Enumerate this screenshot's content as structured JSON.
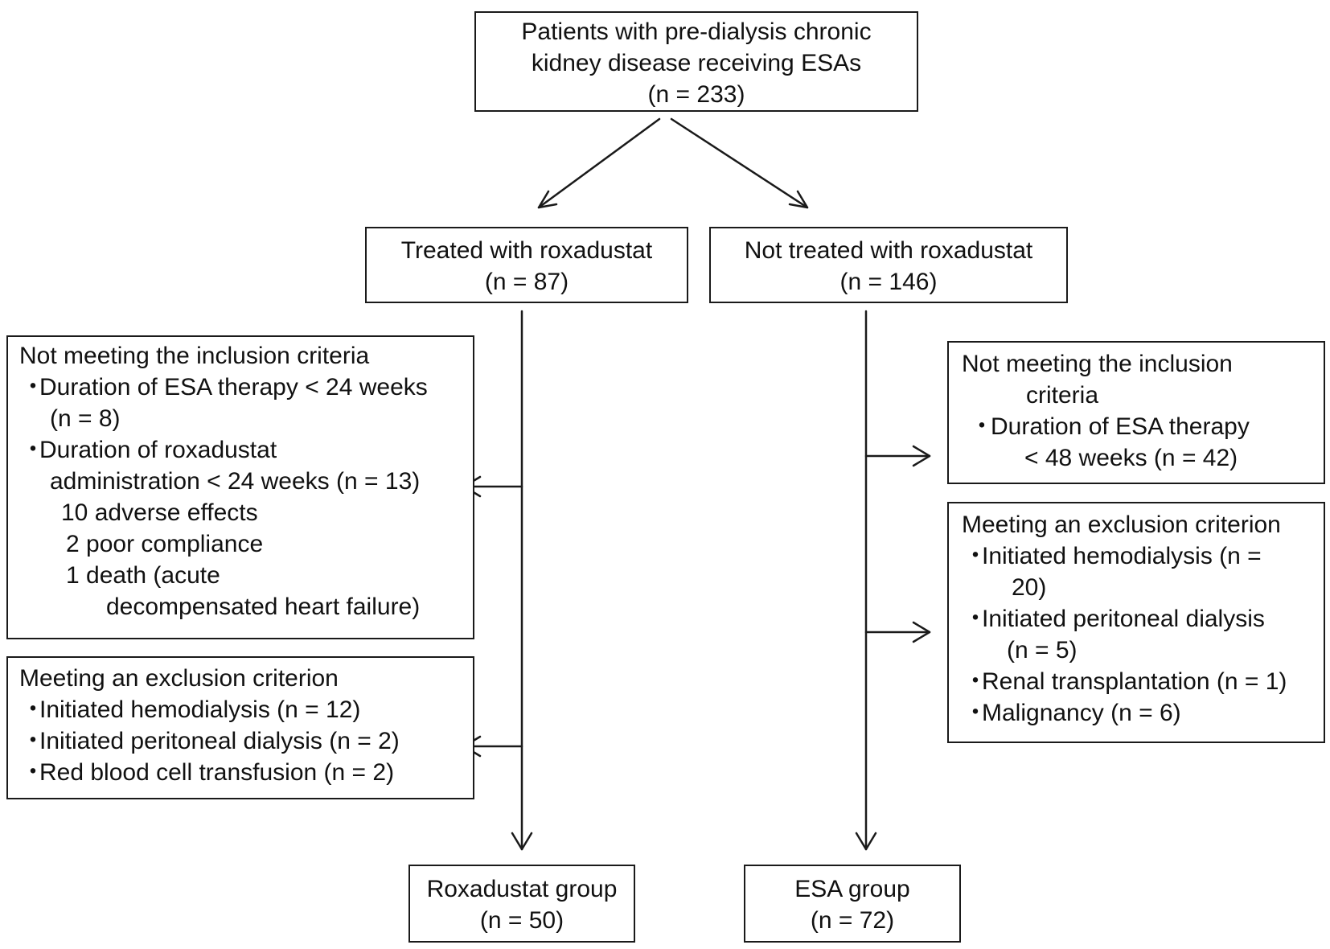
{
  "top": {
    "line1": "Patients with pre-dialysis chronic",
    "line2": "kidney disease receiving ESAs",
    "n": "(n = 233)"
  },
  "treated": {
    "title": "Treated with roxadustat",
    "n": "(n = 87)"
  },
  "not_treated": {
    "title": "Not treated with roxadustat",
    "n": "(n = 146)"
  },
  "left_inclusion": {
    "heading": "Not meeting the inclusion criteria",
    "bullet": "・",
    "item1": "Duration of ESA therapy < 24 weeks",
    "item1_n": "(n = 8)",
    "item2": "Duration of roxadustat",
    "item2_cont": "administration < 24 weeks (n = 13)",
    "sub1": "10 adverse effects",
    "sub2": "2 poor compliance",
    "sub3": "1 death (acute",
    "sub3_cont": "decompensated heart failure)"
  },
  "left_exclusion": {
    "heading": "Meeting an exclusion criterion",
    "items": [
      "Initiated hemodialysis (n = 12)",
      "Initiated peritoneal dialysis (n = 2)",
      "Red blood cell transfusion (n = 2)"
    ]
  },
  "right_inclusion": {
    "heading": "Not meeting the inclusion",
    "heading_cont": "criteria",
    "item1": "Duration of ESA therapy",
    "item1_cont": "< 48 weeks (n = 42)"
  },
  "right_exclusion": {
    "heading": "Meeting an exclusion criterion",
    "item1": "Initiated hemodialysis (n =",
    "item1_cont": "20)",
    "item2": "Initiated peritoneal dialysis",
    "item2_cont": "(n = 5)",
    "item3": "Renal transplantation (n = 1)",
    "item4": "Malignancy (n = 6)"
  },
  "roxadustat_group": {
    "title": "Roxadustat group",
    "n": "(n = 50)"
  },
  "esa_group": {
    "title": "ESA group",
    "n": "(n = 72)"
  }
}
